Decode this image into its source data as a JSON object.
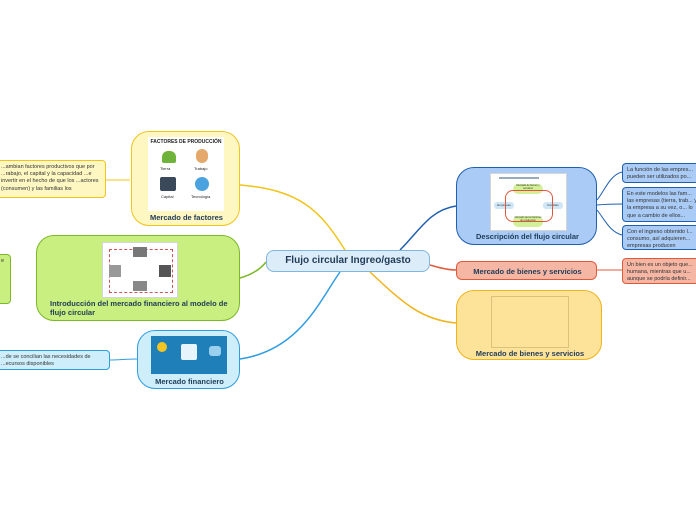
{
  "map": {
    "title": "Flujo circular Ingreo/gasto"
  },
  "factores": {
    "label": "Mercado de factores",
    "img_title": "FACTORES DE PRODUCCIÓN",
    "items": [
      "Tierra",
      "Trabajo",
      "Capital",
      "Tecnología"
    ],
    "note": "...ambian factores productivos que por ...rabajo, el capital y la capacidad ...e invertir en el hecho de que los ...actores (consumen) y las familias los"
  },
  "introduccion": {
    "label": "Introducción del mercado financiero al modelo de flujo circular",
    "note": "e"
  },
  "financiero": {
    "label": "Mercado financiero",
    "note": "...de se concilian las necesidades de ...ecursos disponibles"
  },
  "descripcion": {
    "label": "Descripción del flujo circular",
    "diagram_labels": [
      "Mercado de bienes y servicios",
      "Empresas",
      "Familias",
      "Mercado de los factores de producción"
    ],
    "notes": [
      "La función de las empres... pueden ser utilizados po...",
      "En este modelos las fam... las empresas (tierra, trab... y la empresa a su vez, o... lo que a cambio de ellos...",
      "Con el ingreso obtenido l... consumo, así adquieren... empresas producen"
    ]
  },
  "bienes": {
    "label": "Mercado de bienes y servicios",
    "note": "Un bien es un objeto que... humana, mientras que u... aunque se podría definir..."
  },
  "bienes2": {
    "label": "Mercado de bienes y servicios"
  },
  "colors": {
    "center": "#dcecf8",
    "factores": "#fff7c2",
    "introduccion": "#c8ef7f",
    "financiero": "#cdeefa",
    "descripcion": "#a9cbf5",
    "bienes": "#f6b6a4",
    "bienes2": "#fde29a"
  }
}
